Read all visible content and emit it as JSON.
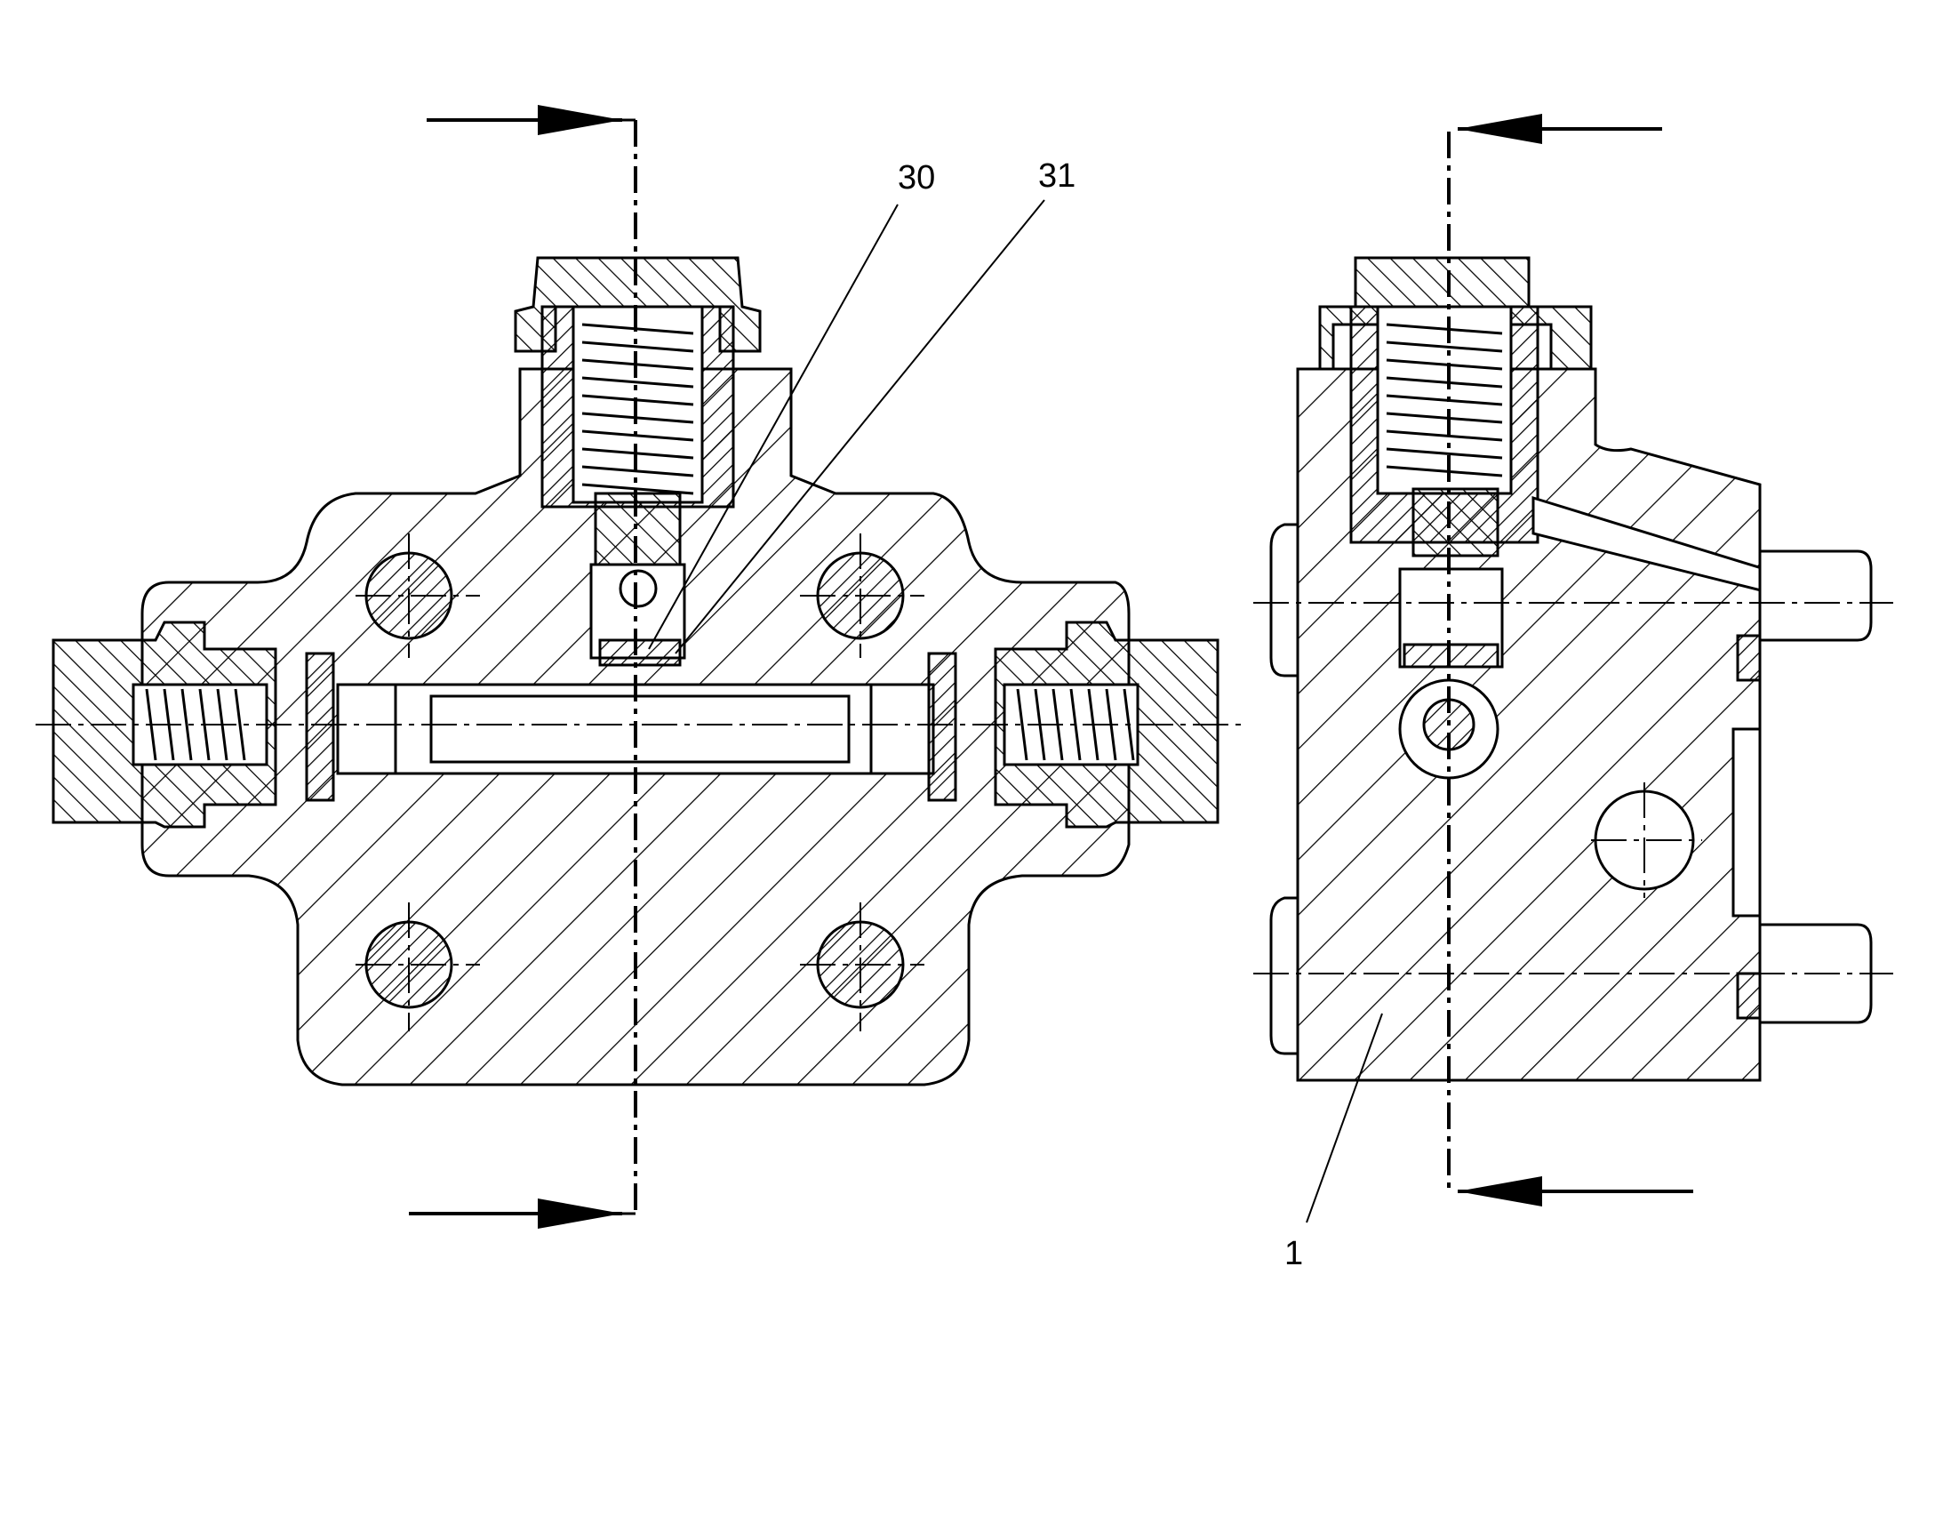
{
  "figure": {
    "type": "technical-section-drawing",
    "callouts": [
      {
        "id": "callout-30",
        "text": "30"
      },
      {
        "id": "callout-31",
        "text": "31"
      },
      {
        "id": "callout-1",
        "text": "1"
      }
    ]
  },
  "colors": {
    "line": "#000000",
    "background": "#ffffff"
  }
}
